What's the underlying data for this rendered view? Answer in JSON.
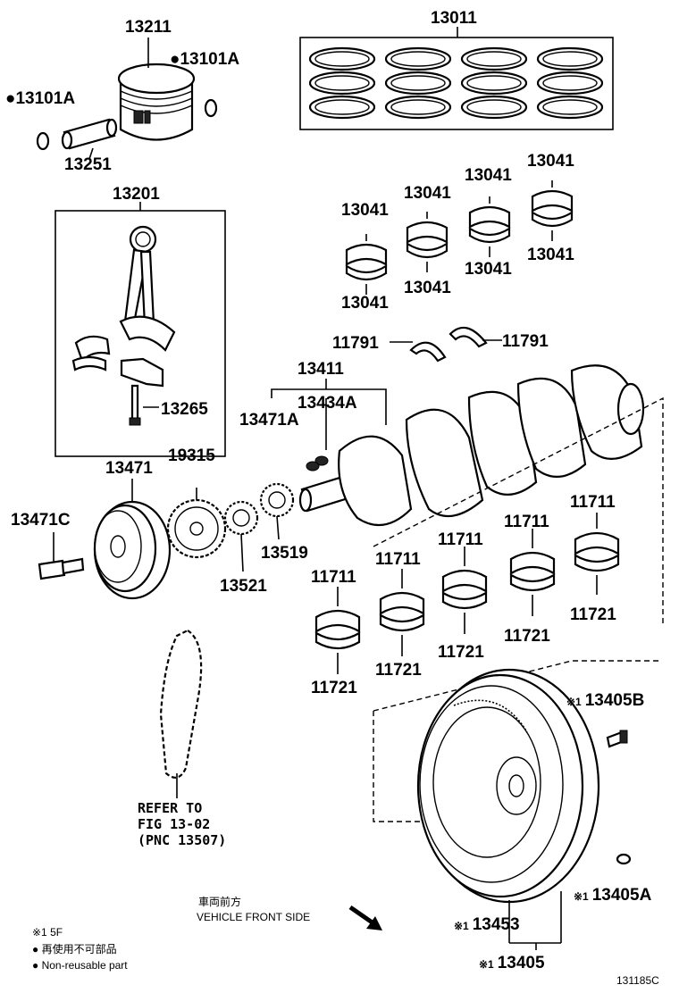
{
  "parts": {
    "p13211": "13211",
    "p13101A_right": "13101A",
    "p13101A_left": "13101A",
    "p13251": "13251",
    "p13011": "13011",
    "p13201": "13201",
    "p13265": "13265",
    "p13041": "13041",
    "p11791": "11791",
    "p13411": "13411",
    "p13434A": "13434A",
    "p13471A": "13471A",
    "p13471": "13471",
    "p19315": "19315",
    "p13471C": "13471C",
    "p13521": "13521",
    "p13519": "13519",
    "p11711": "11711",
    "p11721": "11721",
    "p13405B": "13405B",
    "p13405A": "13405A",
    "p13453": "13453",
    "p13405": "13405"
  },
  "marks": {
    "nonreusable": "●",
    "note1": "※1"
  },
  "refer": {
    "line1": "REFER TO",
    "line2": "FIG 13-02",
    "line3": "(PNC 13507)"
  },
  "front": {
    "jp": "車両前方",
    "en": "VEHICLE FRONT SIDE"
  },
  "legend": {
    "note1": "※1  5F",
    "nonreusable_jp": "● 再使用不可部品",
    "nonreusable_en": "● Non-reusable part"
  },
  "figure_id": "131185C"
}
